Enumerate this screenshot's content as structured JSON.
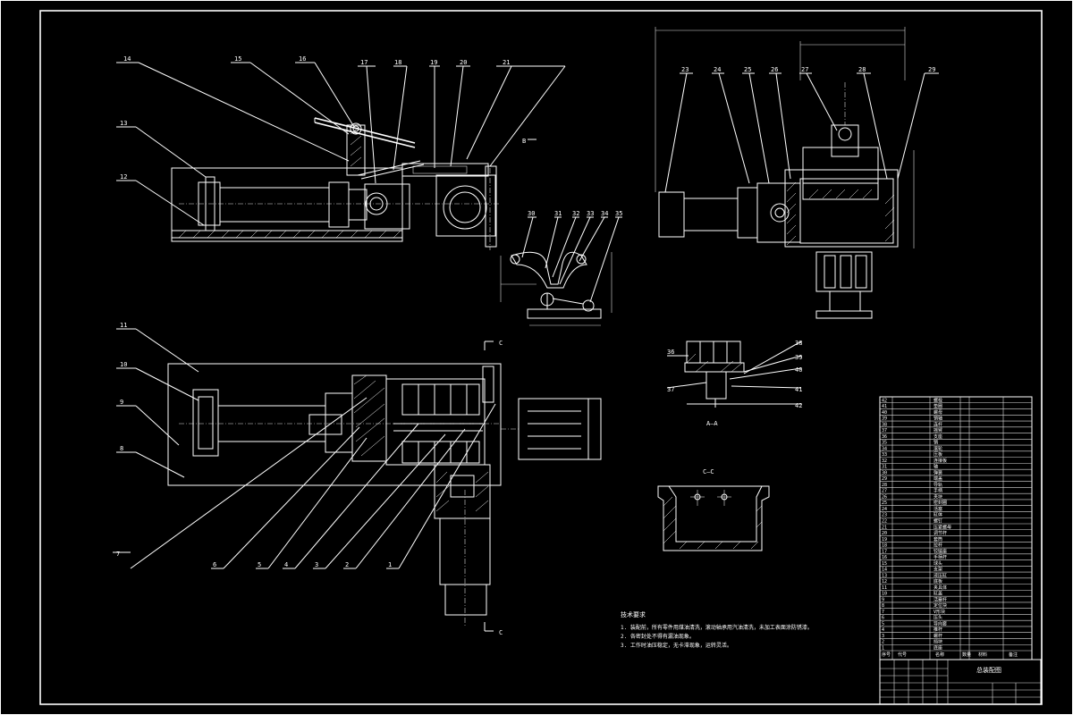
{
  "drawing": {
    "section_cc_label": "C—C",
    "section_aa_label": "A—A",
    "section_mark_c": "C",
    "section_mark_b": "B",
    "tech_title": "技术要求",
    "tech_lines": [
      "1. 装配前，所有零件用煤油清洗，滚动轴承用汽油清洗，未加工表面涂防锈漆。",
      "2. 各密封处不得有漏油现象。",
      "3. 工作时油压稳定，无卡滞现象，运转灵活。"
    ],
    "top_balloons": [
      "14",
      "15",
      "16",
      "17",
      "18",
      "19",
      "20",
      "21"
    ],
    "left_balloons_top": [
      "13",
      "12"
    ],
    "left_balloons_bottom": [
      "11",
      "10",
      "9",
      "8"
    ],
    "bottom_balloons": [
      "7",
      "6",
      "5",
      "4",
      "3",
      "2",
      "1"
    ],
    "right_view_balloons": [
      "23",
      "24",
      "25",
      "26",
      "27",
      "28",
      "29"
    ],
    "link_balloons": [
      "30",
      "31",
      "32",
      "33",
      "34",
      "35"
    ],
    "aa_balloons": [
      "36",
      "37",
      "38",
      "39",
      "40",
      "41",
      "42"
    ],
    "title_block": {
      "drawing_name": "总装配图",
      "header_cols": [
        "序号",
        "代号",
        "名称",
        "数量",
        "材料",
        "备注"
      ]
    },
    "bom_rows": [
      {
        "no": "42",
        "name": "螺栓"
      },
      {
        "no": "41",
        "name": "垫圈"
      },
      {
        "no": "40",
        "name": "螺母"
      },
      {
        "no": "39",
        "name": "销轴"
      },
      {
        "no": "38",
        "name": "连杆"
      },
      {
        "no": "37",
        "name": "摇臂"
      },
      {
        "no": "36",
        "name": "支座"
      },
      {
        "no": "35",
        "name": "销"
      },
      {
        "no": "34",
        "name": "滚轮"
      },
      {
        "no": "33",
        "name": "压板"
      },
      {
        "no": "32",
        "name": "连接板"
      },
      {
        "no": "31",
        "name": "轴"
      },
      {
        "no": "30",
        "name": "弹簧"
      },
      {
        "no": "29",
        "name": "端盖"
      },
      {
        "no": "28",
        "name": "导轨"
      },
      {
        "no": "27",
        "name": "手柄"
      },
      {
        "no": "26",
        "name": "夹块"
      },
      {
        "no": "25",
        "name": "密封圈"
      },
      {
        "no": "24",
        "name": "活塞"
      },
      {
        "no": "23",
        "name": "缸体"
      },
      {
        "no": "22",
        "name": "螺钉"
      },
      {
        "no": "21",
        "name": "压紧螺母"
      },
      {
        "no": "20",
        "name": "调节杆"
      },
      {
        "no": "19",
        "name": "套筒"
      },
      {
        "no": "18",
        "name": "拉杆"
      },
      {
        "no": "17",
        "name": "铰链座"
      },
      {
        "no": "16",
        "name": "手柄杆"
      },
      {
        "no": "15",
        "name": "球头"
      },
      {
        "no": "14",
        "name": "支架"
      },
      {
        "no": "13",
        "name": "液压缸"
      },
      {
        "no": "12",
        "name": "底板"
      },
      {
        "no": "11",
        "name": "夹具体"
      },
      {
        "no": "10",
        "name": "缸盖"
      },
      {
        "no": "9",
        "name": "活塞杆"
      },
      {
        "no": "8",
        "name": "定位块"
      },
      {
        "no": "7",
        "name": "V形块"
      },
      {
        "no": "6",
        "name": "压头"
      },
      {
        "no": "5",
        "name": "导向套"
      },
      {
        "no": "4",
        "name": "推杆"
      },
      {
        "no": "3",
        "name": "螺杆"
      },
      {
        "no": "2",
        "name": "挡块"
      },
      {
        "no": "1",
        "name": "底座"
      }
    ]
  }
}
